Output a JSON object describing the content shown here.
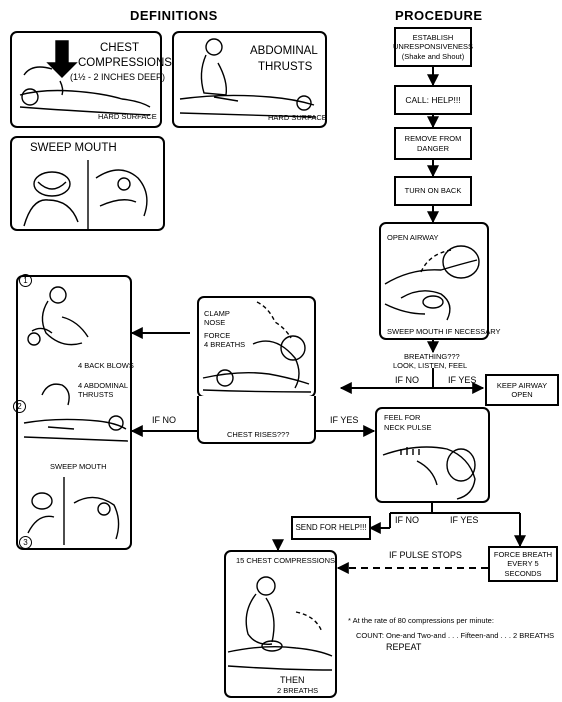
{
  "headers": {
    "definitions": "DEFINITIONS",
    "procedure": "PROCEDURE"
  },
  "definitions": {
    "chest": {
      "title1": "CHEST",
      "title2": "COMPRESSIONS",
      "depth": "(1½ - 2 INCHES DEEP)",
      "surface": "HARD SURFACE"
    },
    "abdominal": {
      "title1": "ABDOMINAL",
      "title2": "THRUSTS",
      "surface": "HARD SURFACE"
    },
    "sweep": {
      "title": "SWEEP MOUTH"
    }
  },
  "procedure": {
    "steps": [
      {
        "line1": "ESTABLISH",
        "line2": "UNRESPONSIVENESS",
        "line3": "(Shake and Shout)"
      },
      {
        "line1": "CALL: HELP!!!"
      },
      {
        "line1": "REMOVE FROM",
        "line2": "DANGER"
      },
      {
        "line1": "TURN ON BACK"
      }
    ],
    "airway": {
      "open": "OPEN AIRWAY",
      "sweep": "SWEEP MOUTH IF NECESSARY",
      "breathing": "BREATHING???",
      "look": "LOOK, LISTEN, FEEL"
    },
    "branch1": {
      "no": "IF NO",
      "yes": "IF YES"
    },
    "keep_airway": {
      "line1": "KEEP AIRWAY",
      "line2": "OPEN"
    },
    "breaths": {
      "clamp1": "CLAMP",
      "clamp2": "NOSE",
      "force1": "FORCE",
      "force2": "4 BREATHS",
      "chest_rises": "CHEST RISES???"
    },
    "branch2": {
      "no": "IF NO",
      "yes": "IF YES"
    },
    "obstruction": {
      "n1": "1",
      "back_blows": "4 BACK BLOWS",
      "n2": "2",
      "abd1": "4 ABDOMINAL",
      "abd2": "THRUSTS",
      "sweep": "SWEEP MOUTH",
      "n3": "3"
    },
    "pulse": {
      "line1": "FEEL FOR",
      "line2": "NECK PULSE"
    },
    "branch3": {
      "no": "IF NO",
      "yes": "IF YES"
    },
    "send_help": "SEND FOR HELP!!!",
    "force_breath": {
      "line1": "FORCE BREATH",
      "line2": "EVERY 5 SECONDS"
    },
    "pulse_stops": "IF PULSE STOPS",
    "compressions": {
      "title": "15 CHEST COMPRESSIONS",
      "then": "THEN",
      "breaths": "2 BREATHS"
    },
    "note": {
      "rate": "* At the rate of 80 compressions per minute:",
      "count": "COUNT:  One-and Two-and . . . Fifteen-and . . . 2 BREATHS",
      "repeat": "REPEAT"
    }
  }
}
